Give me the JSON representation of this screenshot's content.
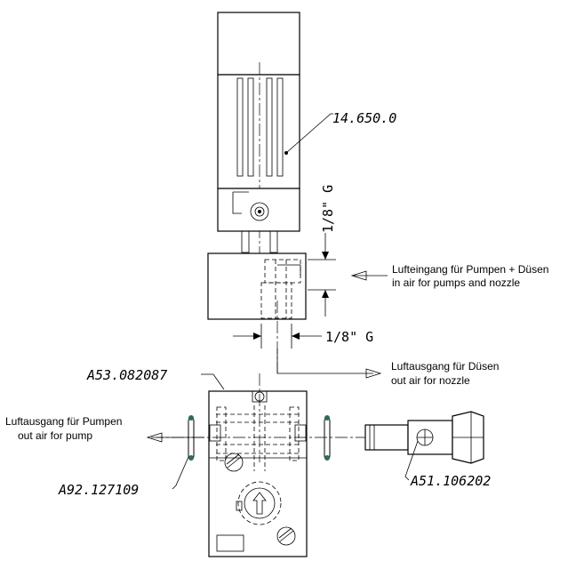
{
  "part_numbers": {
    "regulator": "14.650.0",
    "block": "A53.082087",
    "oring": "A92.127109",
    "fitting": "A51.106202"
  },
  "dimensions": {
    "vertical_thread": "1/8\" G",
    "horizontal_thread": "1/8\" G"
  },
  "annotations": {
    "air_in_de": "Lufteingang für Pumpen + Düsen",
    "air_in_en": "in air for pumps and nozzle",
    "air_out_nozzle_de": "Luftausgang für Düsen",
    "air_out_nozzle_en": "out air for nozzle",
    "air_out_pump_de": "Luftausgang für Pumpen",
    "air_out_pump_en": "out air for pump"
  },
  "colors": {
    "line": "#000000",
    "oring_accent": "#2e6b5e"
  }
}
